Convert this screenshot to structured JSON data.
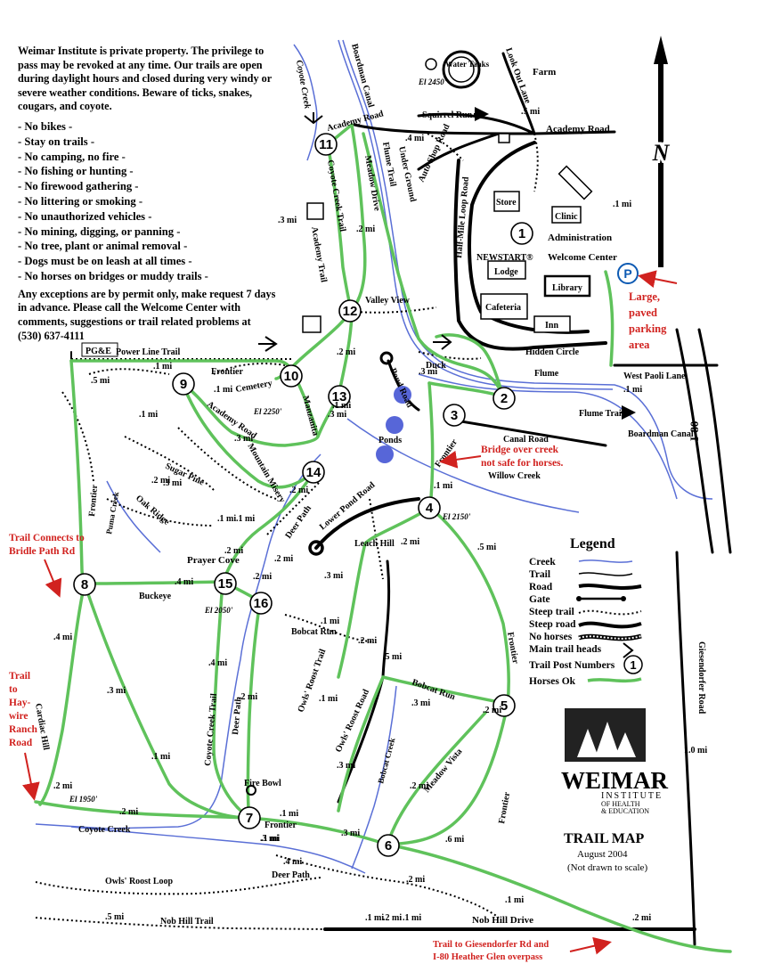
{
  "rules": {
    "intro": "Weimar Institute is private property. The privilege to pass may be revoked at any time. Our trails are open during daylight hours and closed during very windy or severe weather conditions. Beware of ticks, snakes, cougars, and coyote.",
    "items": [
      "- No bikes -",
      "- Stay on trails -",
      "- No camping, no fire -",
      "- No fishing or hunting -",
      "- No firewood gathering -",
      "- No littering or smoking -",
      "- No unauthorized vehicles -",
      "- No mining, digging, or panning -",
      "- No tree, plant or animal removal -",
      "- Dogs must be on leash at all times -",
      "- No horses on bridges or muddy trails -"
    ],
    "footer": "Any exceptions are by permit only, make request 7 days in advance. Please call the Welcome Center with comments, suggestions or trail related problems at (530) 637-4111"
  },
  "labels": {
    "coyote_creek_top": "Coyote Creek",
    "boardman_canal": "Boardman Canal",
    "water_tanks": "Water Tanks",
    "el_2450": "El 2450'",
    "look_out_lane": "Look Out Lane",
    "farm": "Farm",
    "squirrel_run": "Squirrel Run",
    "five_mi_look": ".5 mi",
    "academy_road_top": "Academy Road",
    "academy_road_right": "Academy Road",
    "four_mi": ".4 mi",
    "auto_shop_road": "Auto Shop Road",
    "flume_trail_v": "Flume Trail",
    "meadow_drive": "Meadow Drive",
    "under_ground": "Under Ground",
    "half_mile_loop": "Half-Mile Loop Road",
    "store": "Store",
    "clinic": "Clinic",
    "administration": "Administration",
    "welcome_center": "Welcome Center",
    "newstart": "NEWSTART®",
    "lodge": "Lodge",
    "library": "Library",
    "cafeteria": "Cafeteria",
    "inn": "Inn",
    "hidden_circle": "Hidden Circle",
    "valley_view": "Valley View",
    "west_paoli": "West Paoli Lane",
    "flume": "Flume",
    "flume_trail": "Flume Trail",
    "boardman_canal_2": "Boardman Canal",
    "i80": "I-80",
    "canal_road": "Canal Road",
    "willow_creek": "Willow Creek",
    "coyote_creek_trail": "Coyote Creek Trail",
    "academy_trail": "Academy Trail",
    "power_line_trail": "Power Line Trail",
    "pge": "PG&E",
    "frontier_top": "Frontier",
    "cemetery": "Cemetery",
    "academy_road_low": "Academy Road",
    "el_2250": "El 2250'",
    "manzanita": "Manzanita",
    "mountain_misery": "Mountain Misery",
    "sugar_pine": "Sugar Pine",
    "oak_ridge": "Oak Ridge",
    "puma_creek": "Puma Creek",
    "frontier_left": "Frontier",
    "pond_road": "Pond Road",
    "duck": "Duck",
    "ponds": "Ponds",
    "frontier_mid": "Frontier",
    "lower_pond_road": "Lower Pond Road",
    "el_2150": "El 2150'",
    "deer_path_top": "Deer Path",
    "leach_hill": "Leach Hill",
    "prayer_cove": "Prayer Cove",
    "buckeye": "Buckeye",
    "el_2050": "El 2050'",
    "bobcat_run": "Bobcat Run",
    "bobcat_run_2": "Bobcat Run",
    "owls_roost_trail": "Owls' Roost Trail",
    "owls_roost_road": "Owls' Roost Road",
    "frontier_right": "Frontier",
    "deer_path_mid": "Deer Path",
    "coyote_creek_trail_2": "Coyote Creek Trail",
    "cardiac_hill": "Cardiac Hill",
    "bobcat_creek": "Bobcat Creek",
    "meadow_vista": "Meadow Vista",
    "frontier_low": "Frontier",
    "fire_bowl": "Fire Bowl",
    "coyote_creek_low": "Coyote Creek",
    "frontier_bottom": "Frontier",
    "el_1950": "El 1950'",
    "owls_roost_loop": "Owls' Roost Loop",
    "deer_path_low": "Deer Path",
    "nob_hill_trail": "Nob Hill Trail",
    "nob_hill_drive": "Nob Hill Drive",
    "giesendorfer_road": "Giesendorfer Road",
    "one_mi": "1.0 mi"
  },
  "distances": [
    ".3 mi",
    ".2 mi",
    ".1 mi",
    ".3 mi",
    ".2 mi",
    ".1 mi",
    ".5 mi",
    ".1 mi",
    ".3 mi",
    ".3 mi",
    ".1 mi",
    ".1 mi",
    ".2 mi",
    ".3 mi",
    ".1 mi",
    ".2 mi",
    ".1 mi",
    ".2 mi",
    ".4 mi",
    ".2 mi",
    ".3 mi",
    ".2 mi",
    ".1 mi",
    ".2 mi",
    ".3 mi",
    ".5 mi",
    ".1 mi",
    ".2 mi",
    ".3 mi",
    ".4 mi",
    ".2 mi",
    ".1 mi",
    ".3 mi",
    ".4 mi",
    ".2 mi",
    ".2 mi",
    ".5 mi",
    ".2 mi",
    ".6 mi",
    ".3 mi",
    ".2 mi",
    ".1 mi",
    ".1 mi",
    ".4 mi",
    ".2 mi",
    ".5 mi",
    ".1 mi",
    ".1 mi",
    ".2 mi",
    ".2 mi",
    ".1 mi",
    ".1 mi",
    ".1 mi",
    ".3 mi"
  ],
  "posts": [
    "1",
    "2",
    "3",
    "4",
    "5",
    "6",
    "7",
    "8",
    "9",
    "10",
    "11",
    "12",
    "13",
    "14",
    "15",
    "16"
  ],
  "north": "N",
  "parking_symbol": "P",
  "red_notes": {
    "parking": [
      "Large,",
      "paved",
      "parking",
      "area"
    ],
    "bridge": [
      "Bridge over creek",
      "not safe for horses."
    ],
    "bridle": [
      "Trail Connects to",
      "Bridle Path Rd"
    ],
    "haywire": [
      "Trail",
      "to",
      "Hay-",
      "wire",
      "Ranch",
      "Road"
    ],
    "giesendorfer": [
      "Trail to Giesendorfer Rd and",
      "I-80 Heather Glen overpass"
    ]
  },
  "legend": {
    "title": "Legend",
    "items": [
      "Creek",
      "Trail",
      "Road",
      "Gate",
      "Steep trail",
      "Steep road",
      "No horses",
      "Main trail heads",
      "Trail Post Numbers",
      "Horses Ok"
    ],
    "post_sample": "1"
  },
  "branding": {
    "name": "WEIMAR",
    "line2": "INSTITUTE",
    "line3": "OF HEALTH",
    "line4": "& EDUCATION",
    "map_title": "TRAIL MAP",
    "date": "August 2004",
    "scale_note": "(Not drawn to scale)"
  },
  "colors": {
    "trail_green": "#5fc25b",
    "creek_blue": "#5a6fd6",
    "note_red": "#d1221f",
    "pond_blue": "#5766d8"
  }
}
